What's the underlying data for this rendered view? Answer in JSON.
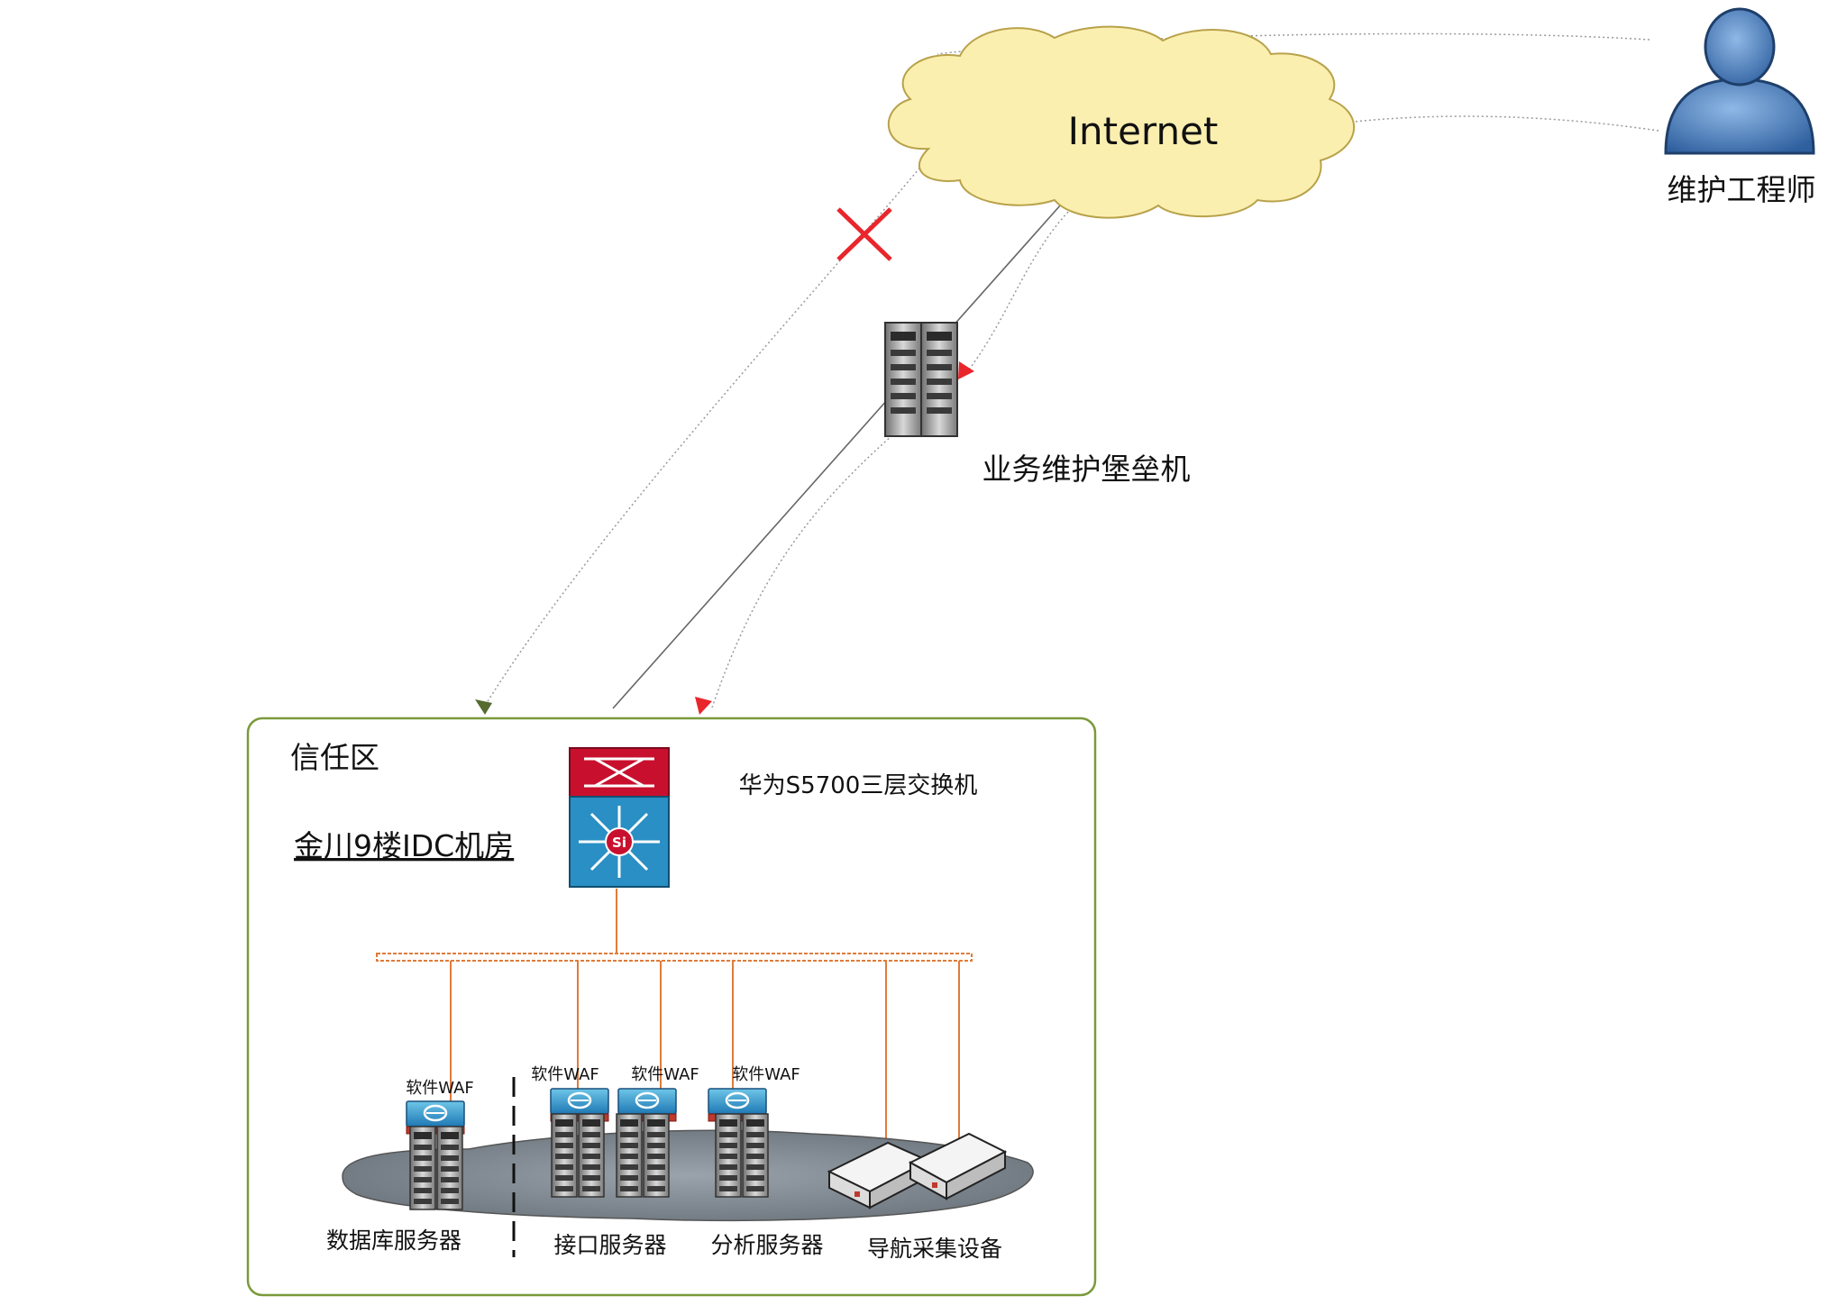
{
  "internet": {
    "label": "Internet"
  },
  "engineer": {
    "label": "维护工程师"
  },
  "bastion": {
    "label": "业务维护堡垒机"
  },
  "zone": {
    "title": "信任区",
    "location": "金川9楼IDC机房"
  },
  "switch": {
    "label": "华为S5700三层交换机",
    "badge": "Si"
  },
  "servers": {
    "waf_label": "软件WAF",
    "database": "数据库服务器",
    "interface": "接口服务器",
    "analysis": "分析服务器",
    "nav": "导航采集设备"
  },
  "colors": {
    "cloud_fill": "#fbefb0",
    "cloud_stroke": "#b8a24a",
    "zone_border": "#7a9a3a",
    "bus_color": "#e07b39",
    "blocked_cross": "#e8262c",
    "arrow_red": "#e8262c",
    "arrow_green": "#556b2f",
    "switch_red": "#c8102e",
    "switch_blue": "#2a8fc4",
    "person_blue": "#3b73b9"
  }
}
